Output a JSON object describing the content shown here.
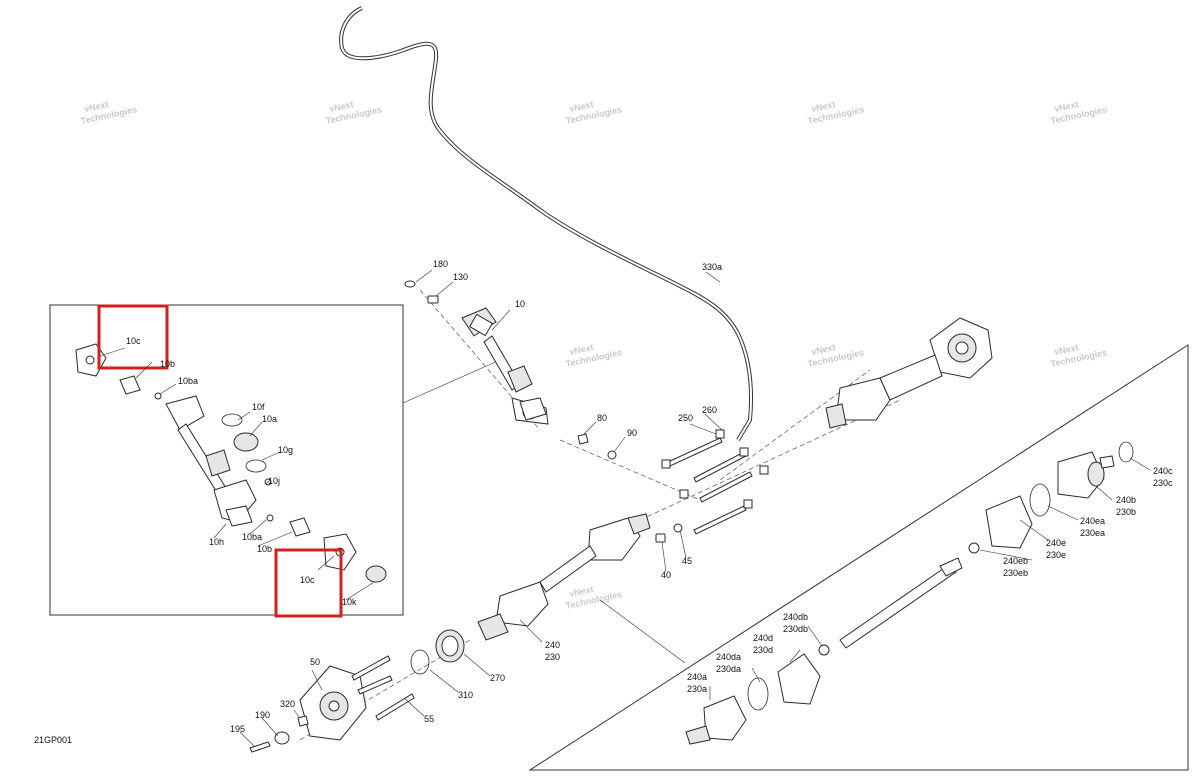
{
  "diagram": {
    "code": "21GP001",
    "highlight_color": "#d41f1f",
    "watermark": [
      "vNext",
      "Technologies"
    ],
    "labels": {
      "p180": "180",
      "p130": "130",
      "p10": "10",
      "p330a": "330a",
      "p80": "80",
      "p90": "90",
      "p250": "250",
      "p260": "260",
      "p40": "40",
      "p45": "45",
      "p240": "240",
      "p230": "230",
      "p270": "270",
      "p310": "310",
      "p50": "50",
      "p55": "55",
      "p320": "320",
      "p190": "190",
      "p195": "195",
      "p240c": "240c",
      "p230c": "230c",
      "p240b": "240b",
      "p230b": "230b",
      "p240ea": "240ea",
      "p230ea": "230ea",
      "p240e": "240e",
      "p230e": "230e",
      "p240eb": "240eb",
      "p230eb": "230eb",
      "p240db": "240db",
      "p230db": "230db",
      "p240d": "240d",
      "p230d": "230d",
      "p240da": "240da",
      "p230da": "230da",
      "p240a": "240a",
      "p230a": "230a",
      "i10c_top": "10c",
      "i10b_top": "10b",
      "i10ba_top": "10ba",
      "i10f": "10f",
      "i10a": "10a",
      "i10g": "10g",
      "i10j": "10j",
      "i10h": "10h",
      "i10ba_bot": "10ba",
      "i10b_bot": "10b",
      "i10c_bot": "10c",
      "i10k": "10k"
    }
  }
}
